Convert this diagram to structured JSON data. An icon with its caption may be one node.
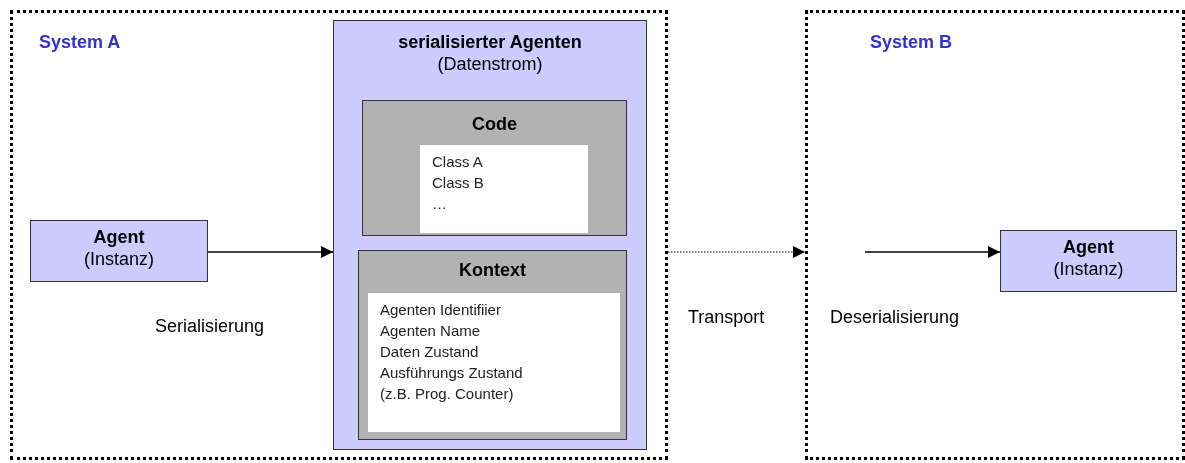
{
  "diagram": {
    "nodes": [
      {
        "text": [
          "System A"
        ]
      },
      {
        "text": [
          "Agent",
          "(Instanz)"
        ],
        "in": 0
      },
      {
        "text": [
          "serialisierter Agenten",
          "(Datenstrom)"
        ],
        "in": 0
      },
      {
        "text": [
          "Code"
        ],
        "in": 2
      },
      {
        "text": [
          "Class A",
          "Class B",
          "…"
        ],
        "in": 3
      },
      {
        "text": [
          "Kontext"
        ],
        "in": 2
      },
      {
        "text": [
          "Agenten Identifiier",
          "Agenten Name",
          "Daten Zustand",
          "Ausführungs Zustand",
          "(z.B. Prog. Counter)"
        ],
        "in": 5
      },
      {
        "text": [
          "System B"
        ]
      },
      {
        "text": [
          "Agent",
          "(Instanz)"
        ],
        "in": 7
      }
    ],
    "edges": [
      {
        "from": 1,
        "to": 2,
        "arrow": "to",
        "label": "Serialisierung"
      },
      {
        "from": 0,
        "to": 7,
        "arrow": "to",
        "label": "Transport",
        "style": "dashed"
      },
      {
        "from": null,
        "to": 8,
        "arrow": "to",
        "label": "Deserialisierung"
      }
    ]
  }
}
